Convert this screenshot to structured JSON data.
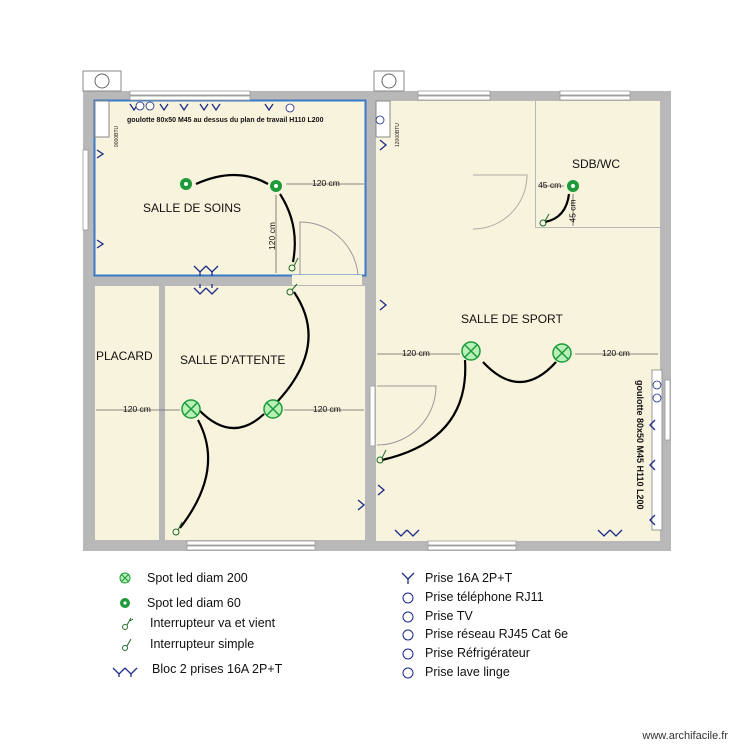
{
  "rooms": {
    "soins": "SALLE DE SOINS",
    "attente": "SALLE D'ATTENTE",
    "placard": "PLACARD",
    "sport": "SALLE DE SPORT",
    "sdb": "SDB/WC"
  },
  "dimensions": {
    "d120": "120 cm",
    "d45": "45 cm"
  },
  "notes": {
    "goulotte_soins": "goulotte 80x50 M45 au dessus du plan de travail H110 L200",
    "goulotte_sport": "goulotte 80x50 M45 H110 L200",
    "btu": "9000BTU",
    "btu2": "12000BTU"
  },
  "legend": {
    "left": [
      {
        "icon": "spot-200-icon",
        "label": "Spot led diam 200"
      },
      {
        "icon": "spot-60-icon",
        "label": "Spot led diam 60"
      },
      {
        "icon": "switch-two-way-icon",
        "label": "Interrupteur va et vient"
      },
      {
        "icon": "switch-simple-icon",
        "label": "Interrupteur simple"
      },
      {
        "icon": "double-socket-icon",
        "label": "Bloc 2 prises 16A 2P+T"
      }
    ],
    "right": [
      {
        "icon": "socket-icon",
        "label": "Prise 16A 2P+T"
      },
      {
        "icon": "phone-socket-icon",
        "label": "Prise téléphone RJ11"
      },
      {
        "icon": "tv-socket-icon",
        "label": "Prise TV"
      },
      {
        "icon": "network-socket-icon",
        "label": "Prise réseau RJ45 Cat 6e"
      },
      {
        "icon": "fridge-socket-icon",
        "label": "Prise Réfrigérateur"
      },
      {
        "icon": "washer-socket-icon",
        "label": "Prise lave linge"
      }
    ]
  },
  "credit": "www.archifacile.fr",
  "colors": {
    "wall": "#b8b8b8",
    "floor": "#f8f3dc",
    "highlight": "#3a78c8",
    "symbol": "#1a2a8a",
    "spot": "#1e9a3a",
    "wire": "#000000"
  }
}
